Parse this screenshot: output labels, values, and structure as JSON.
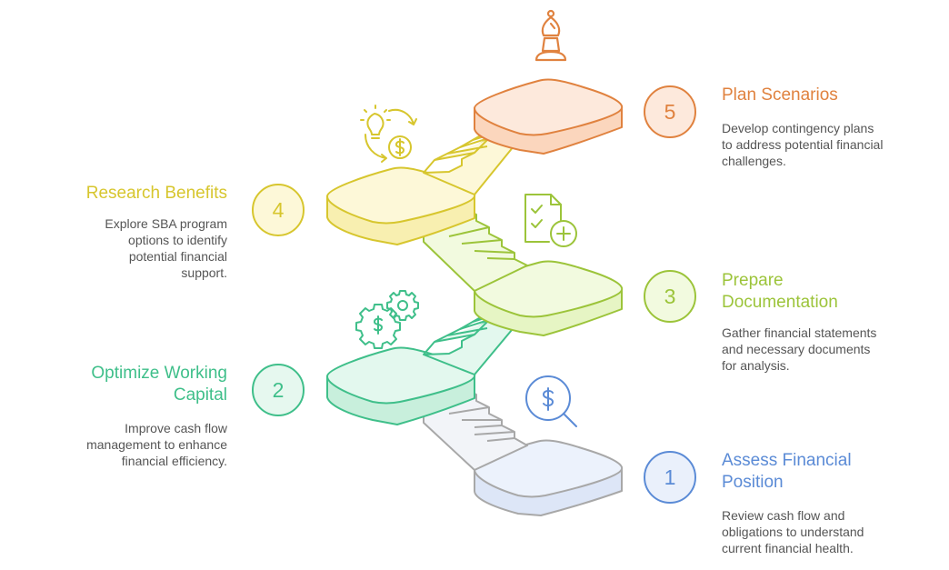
{
  "steps": [
    {
      "number": "1",
      "title": "Assess Financial Position",
      "description": "Review cash flow and obligations to understand current financial health.",
      "color": "#5b8bd6",
      "fill": "#eaf0fb",
      "icon": "dollar-search-icon"
    },
    {
      "number": "2",
      "title": "Optimize Working Capital",
      "description": "Improve cash flow management to enhance financial efficiency.",
      "color": "#3fbf8a",
      "fill": "#e6f8ef",
      "icon": "gears-dollar-icon"
    },
    {
      "number": "3",
      "title": "Prepare Documentation",
      "description": "Gather financial statements and necessary documents for analysis.",
      "color": "#9cc43a",
      "fill": "#f2fadf",
      "icon": "document-checklist-icon"
    },
    {
      "number": "4",
      "title": "Research Benefits",
      "description": "Explore SBA program options to identify potential financial support.",
      "color": "#d7c62e",
      "fill": "#fdf8d8",
      "icon": "idea-cycle-icon"
    },
    {
      "number": "5",
      "title": "Plan Scenarios",
      "description": "Develop contingency plans to address potential financial challenges.",
      "color": "#e0823f",
      "fill": "#fde9dc",
      "icon": "chess-bishop-icon"
    }
  ],
  "colors": {
    "stair_gray": "#a8a8a8"
  }
}
